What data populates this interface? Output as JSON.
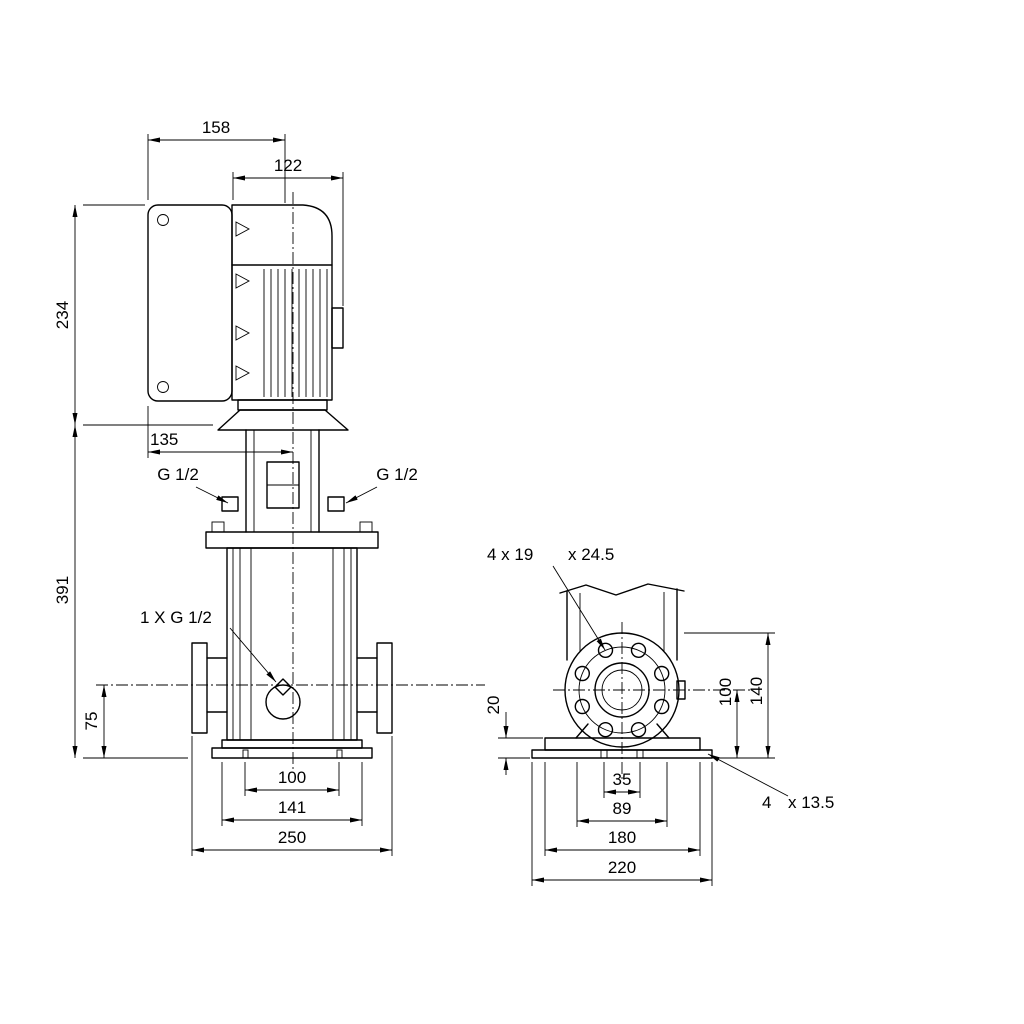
{
  "page": {
    "background": "#ffffff",
    "line_color": "#000000",
    "description": "Dimensional drawing of vertical multistage pump, front view and side view with dimension labels in mm"
  },
  "labels": {
    "front_width_top": "158",
    "front_motor_width": "122",
    "front_motor_height": "234",
    "front_head_width": "135",
    "front_pump_height": "391",
    "front_port_height": "75",
    "front_base_100": "100",
    "front_base_141": "141",
    "front_base_250": "250",
    "front_plug_left": "G 1/2",
    "front_plug_right": "G 1/2",
    "front_drain": "1 X G 1/2",
    "side_flange_holes_1": "4 x 19",
    "side_flange_holes_2": "x 24.5",
    "side_base_height": "20",
    "side_port_center": "100",
    "side_flange_top": "140",
    "side_base_35": "35",
    "side_base_89": "89",
    "side_base_180": "180",
    "side_base_220": "220",
    "side_base_holes_1": "4",
    "side_base_holes_2": "x 13.5"
  }
}
